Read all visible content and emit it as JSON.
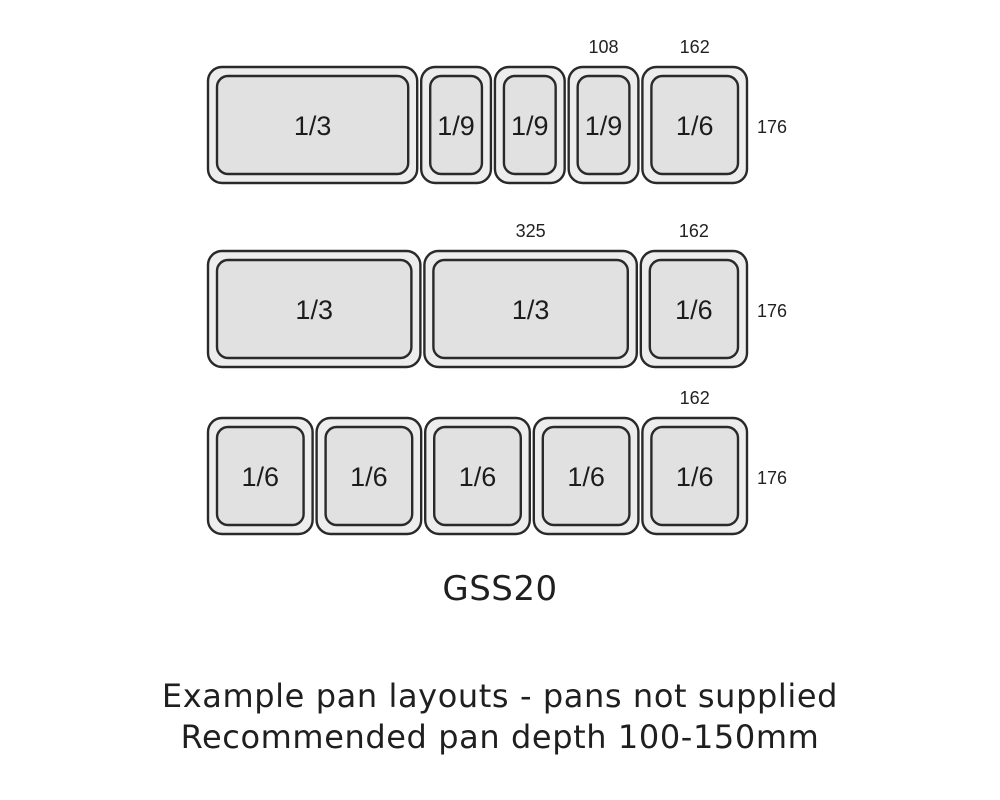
{
  "rows": [
    {
      "pans": [
        "1/3",
        "1/9",
        "1/9",
        "1/9",
        "1/6"
      ],
      "top_dimensions": [
        {
          "pan_index": 3,
          "value": "108"
        },
        {
          "pan_index": 4,
          "value": "162"
        }
      ],
      "side_dimension": "176"
    },
    {
      "pans": [
        "1/3",
        "1/3",
        "1/6"
      ],
      "top_dimensions": [
        {
          "pan_index": 1,
          "value": "325"
        },
        {
          "pan_index": 2,
          "value": "162"
        }
      ],
      "side_dimension": "176"
    },
    {
      "pans": [
        "1/6",
        "1/6",
        "1/6",
        "1/6",
        "1/6"
      ],
      "top_dimensions": [
        {
          "pan_index": 4,
          "value": "162"
        }
      ],
      "side_dimension": "176"
    }
  ],
  "model": "GSS20",
  "captions": [
    "Example pan layouts - pans not supplied",
    "Recommended pan depth 100-150mm"
  ],
  "colors": {
    "pan_fill": "#ededed",
    "pan_inner_fill": "#e1e1e1",
    "outline": "#2a2a2a",
    "text": "#1f1f1f"
  }
}
